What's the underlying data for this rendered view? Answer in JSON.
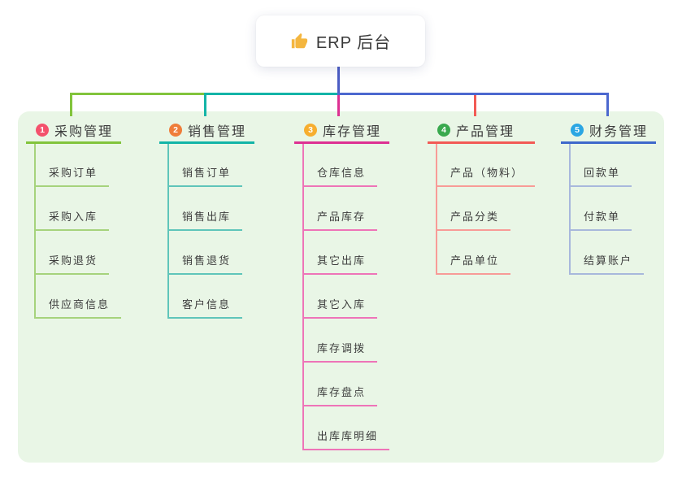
{
  "root": {
    "label": "ERP 后台",
    "icon": "thumbs-up"
  },
  "branches": [
    {
      "index": "1",
      "title": "采购管理",
      "badge_color": "#f4516c",
      "line_color": "#82c43c",
      "child_line_color": "#a6d37c",
      "children": [
        "采购订单",
        "采购入库",
        "采购退货",
        "供应商信息"
      ]
    },
    {
      "index": "2",
      "title": "销售管理",
      "badge_color": "#ef7d3a",
      "line_color": "#13b4a7",
      "child_line_color": "#5fc5ba",
      "children": [
        "销售订单",
        "销售出库",
        "销售退货",
        "客户信息"
      ]
    },
    {
      "index": "3",
      "title": "库存管理",
      "badge_color": "#f7ae2f",
      "line_color": "#dd3092",
      "child_line_color": "#ee74b8",
      "children": [
        "仓库信息",
        "产品库存",
        "其它出库",
        "其它入库",
        "库存调拨",
        "库存盘点",
        "出库库明细"
      ]
    },
    {
      "index": "4",
      "title": "产品管理",
      "badge_color": "#39a94e",
      "line_color": "#f25a55",
      "child_line_color": "#f89b97",
      "children": [
        "产品（物料）",
        "产品分类",
        "产品单位"
      ]
    },
    {
      "index": "5",
      "title": "财务管理",
      "badge_color": "#2ba6e3",
      "line_color": "#3e68cb",
      "child_line_color": "#a8b8dc",
      "children": [
        "回款单",
        "付款单",
        "结算账户"
      ]
    }
  ],
  "palette": {
    "canvas_bg": "#ffffff",
    "panel_bg": "#e9f6e6",
    "root_line": "#4b5cc4",
    "bus_green": "#82c43c",
    "bus_teal": "#13b4a7",
    "bus_blue": "#4c68cf",
    "drop_magenta": "#dd3092",
    "drop_red": "#f25a55",
    "thumb_icon": "#f4b63f"
  }
}
